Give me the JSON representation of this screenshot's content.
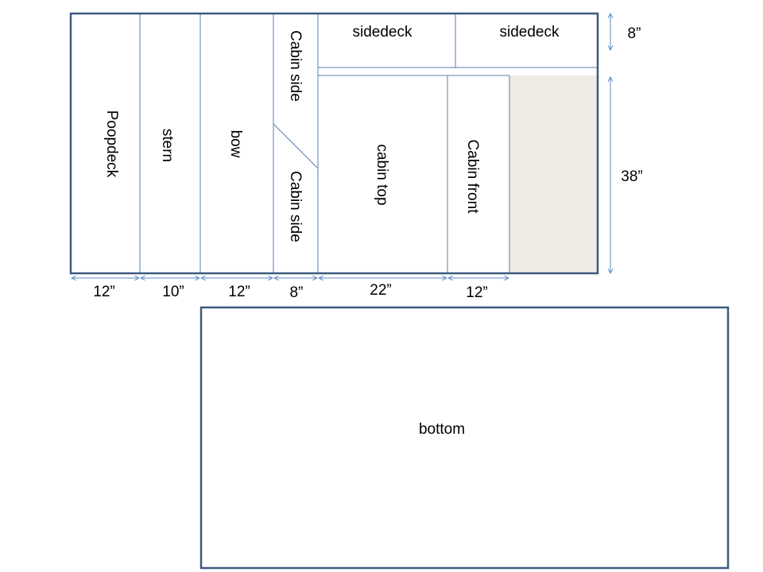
{
  "colors": {
    "outline": "#3d5a80",
    "line": "#5a7fb0",
    "dimension": "#5b8bc4",
    "waste": "#eeece5"
  },
  "pieces": {
    "poopdeck": "Poopdeck",
    "stern": "stern",
    "bow": "bow",
    "cabin_side_top": "Cabin side",
    "cabin_side_bottom": "Cabin side",
    "sidedeck_left": "sidedeck",
    "sidedeck_right": "sidedeck",
    "cabin_top": "cabin top",
    "cabin_front": "Cabin front",
    "bottom": "bottom"
  },
  "dimensions": {
    "widths": [
      "12”",
      "10”",
      "12”",
      "8”",
      "22”",
      "12”"
    ],
    "sidedeck_height": "8”",
    "panel_height": "38”"
  }
}
